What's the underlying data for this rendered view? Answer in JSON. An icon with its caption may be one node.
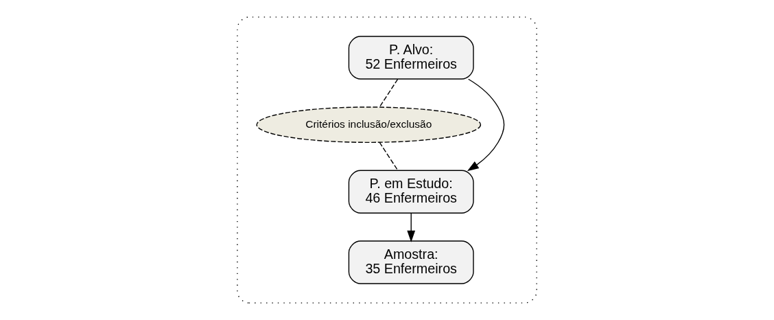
{
  "diagram": {
    "nodes": [
      {
        "text": [],
        "shape": "box"
      },
      {
        "text": [
          "P. Alvo:",
          "52 Enfermeiros"
        ],
        "in": 0
      },
      {
        "text": [
          "Critérios inclusão/exclusão"
        ],
        "in": 0
      },
      {
        "text": [
          "P. em Estudo:",
          "46 Enfermeiros"
        ],
        "in": 0
      },
      {
        "text": [
          "Amostra:",
          "35 Enfermeiros"
        ],
        "in": 0
      }
    ],
    "edges": [
      {
        "from": 1,
        "to": 3,
        "arrow": "to"
      },
      {
        "from": 1,
        "to": 2,
        "arrow": "none",
        "style": "dashed"
      },
      {
        "from": 2,
        "to": 3,
        "arrow": "none",
        "style": "dashed"
      },
      {
        "from": 3,
        "to": 4,
        "arrow": "to"
      }
    ]
  }
}
